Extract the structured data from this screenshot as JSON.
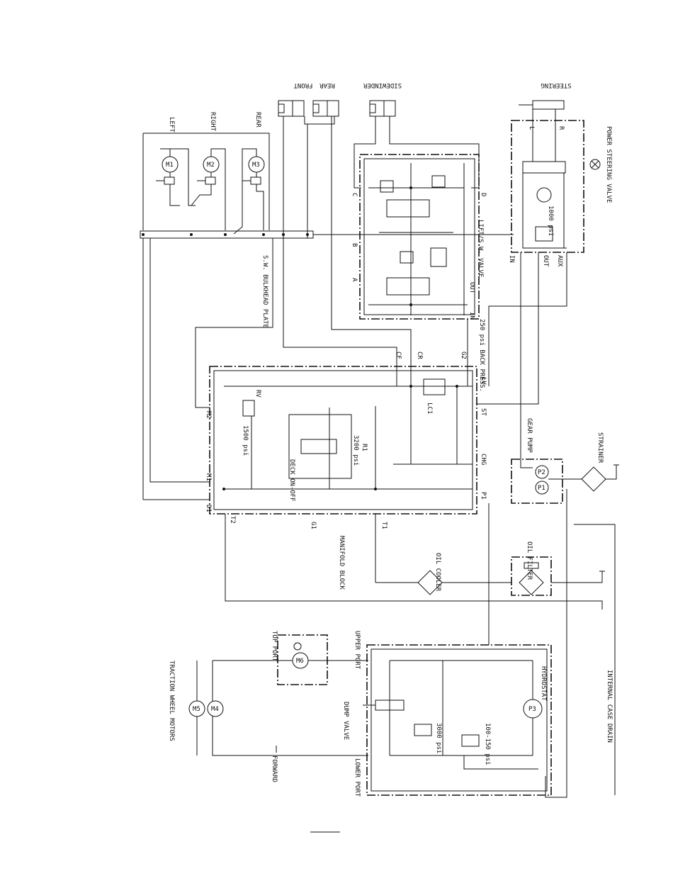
{
  "labels": {
    "front": "FRONT",
    "rear_top": "REAR",
    "sidewinder": "SIDEWINDER",
    "steering": "STEERING",
    "left": "LEFT",
    "right": "RIGHT",
    "rear": "REAR",
    "m1_motor": "M1",
    "m2_motor": "M2",
    "m3_motor": "M3",
    "bulkhead": "S.W. BULKHEAD PLATE",
    "port_c": "C",
    "port_b": "B",
    "port_a": "A",
    "port_d": "D",
    "lift_valve": "LIFT/S.W. VALVE",
    "out_lift": "OUT",
    "in_lift": "IN",
    "power_steering": "POWER STEERING VALVE",
    "steer_l": "L",
    "steer_r": "R",
    "psi_1000": "1000 psi",
    "steer_in": "IN",
    "steer_out": "OUT",
    "steer_aux": "AUX",
    "back_press": "250 psi BACK PRESS.",
    "cf": "CF",
    "cr": "CR",
    "g2": "G2",
    "lv": "LV",
    "lc1": "LC1",
    "st": "ST",
    "chg": "CHG",
    "p1": "P1",
    "m2_port": "M2",
    "m1_port": "M1",
    "d1": "D1",
    "t2": "T2",
    "t1": "T1",
    "g1": "G1",
    "rv": "RV",
    "psi_1500": "1500 psi",
    "deck": "DECK ON-OFF",
    "r1": "R1",
    "psi_3200": "3200 psi",
    "manifold": "MANIFOLD BLOCK",
    "gear_pump": "GEAR PUMP",
    "p2": "P2",
    "p1_pump": "P1",
    "strainer": "STRAINER",
    "oil_filter": "OIL FILTER",
    "oil_cooler": "OIL COOLER",
    "traction": "TRACTION WHEEL MOTORS",
    "m5": "M5",
    "m4": "M4",
    "forward": "FORWARD",
    "top_port": "TOP PORT",
    "m6": "M6",
    "upper_port": "UPPER PORT",
    "lower_port": "LOWER PORT",
    "dump_valve": "DUMP VALVE",
    "psi_3000": "3000 psi",
    "psi_100_150": "100-150 psi",
    "p3": "P3",
    "hydrostat": "HYDROSTAT",
    "case_drain": "INTERNAL CASE DRAIN"
  }
}
